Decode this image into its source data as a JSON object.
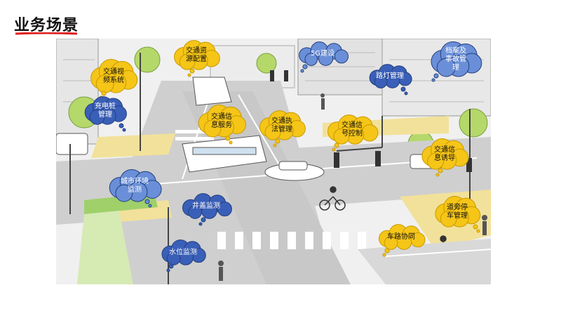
{
  "page": {
    "title": "业务场景",
    "accent_color": "#e02020"
  },
  "colors": {
    "yellow_cloud": "#f5c518",
    "blue_cloud": "#3a5fb8",
    "light_blue_cloud": "#6a8fd8"
  },
  "bubbles": [
    {
      "label": "交通视\n频系统",
      "style": "yellow"
    },
    {
      "label": "交通资\n源配置",
      "style": "yellow"
    },
    {
      "label": "5G建设",
      "style": "lightblue"
    },
    {
      "label": "档案及\n事故管\n理",
      "style": "lightblue"
    },
    {
      "label": "充电桩\n管理",
      "style": "blue"
    },
    {
      "label": "路灯管理",
      "style": "blue"
    },
    {
      "label": "交通信\n息服务",
      "style": "yellow"
    },
    {
      "label": "交通执\n法管理",
      "style": "yellow"
    },
    {
      "label": "交通信\n号控制",
      "style": "yellow"
    },
    {
      "label": "交通信\n息诱导",
      "style": "yellow"
    },
    {
      "label": "城市环境\n监测",
      "style": "lightblue"
    },
    {
      "label": "井盖监测",
      "style": "blue"
    },
    {
      "label": "道旁停\n车管理",
      "style": "yellow"
    },
    {
      "label": "车路协同",
      "style": "yellow"
    },
    {
      "label": "水位监测",
      "style": "blue"
    }
  ]
}
